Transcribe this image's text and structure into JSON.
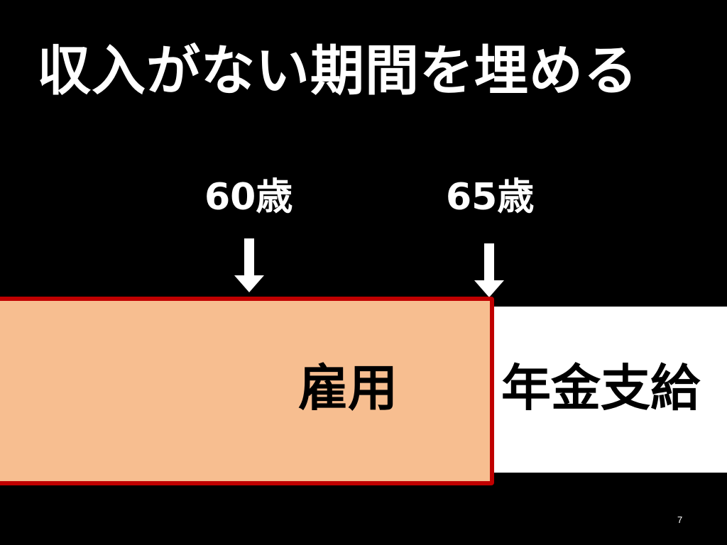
{
  "title": "収入がない期間を埋める",
  "ages": {
    "first": "60歳",
    "second": "65歳"
  },
  "blocks": {
    "employment": "雇用",
    "pension": "年金支給"
  },
  "page_number": "7",
  "colors": {
    "background": "#000000",
    "employment_fill": "#f7be90",
    "employment_border": "#c00000",
    "pension_fill": "#ffffff",
    "text_light": "#ffffff",
    "text_dark": "#000000"
  },
  "icons": [
    "down-arrow-icon",
    "down-arrow-icon"
  ]
}
